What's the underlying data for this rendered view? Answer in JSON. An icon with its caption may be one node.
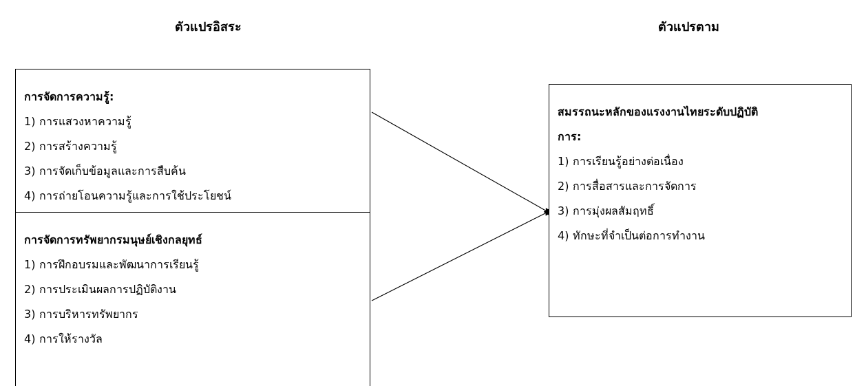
{
  "diagram": {
    "nodes": [
      {
        "text": [
          "การจัดการความรู้:",
          "1) การแสวงหาความรู้",
          "2) การสร้างความรู้",
          "3) การจัดเก็บข้อมูลและการสืบค้น",
          "4) การถ่ายโอนความรู้และการใช้ประโยชน์"
        ]
      },
      {
        "text": [
          "การจัดการทรัพยากรมนุษย์เชิงกลยุทธ์",
          "1) การฝึกอบรมและพัฒนาการเรียนรู้",
          "2) การประเมินผลการปฏิบัติงาน",
          "3) การบริหารทรัพยากร",
          "4) การให้รางวัล"
        ]
      },
      {
        "text": [
          "สมรรถนะหลักของแรงงานไทยระดับปฏิบัติการ:",
          "1) การเรียนรู้อย่างต่อเนื่อง",
          "2) การสื่อสารและการจัดการ",
          "3) การมุ่งผลสัมฤทธิ์",
          "4) ทักษะที่จำเป็นต่อการทำงาน"
        ]
      }
    ],
    "edges": [
      {
        "from": 0,
        "to": 2,
        "arrow": "to"
      },
      {
        "from": 1,
        "to": 2,
        "arrow": "to"
      }
    ],
    "labels": [
      "ตัวแปรอิสระ",
      "ตัวแปรตาม"
    ]
  }
}
